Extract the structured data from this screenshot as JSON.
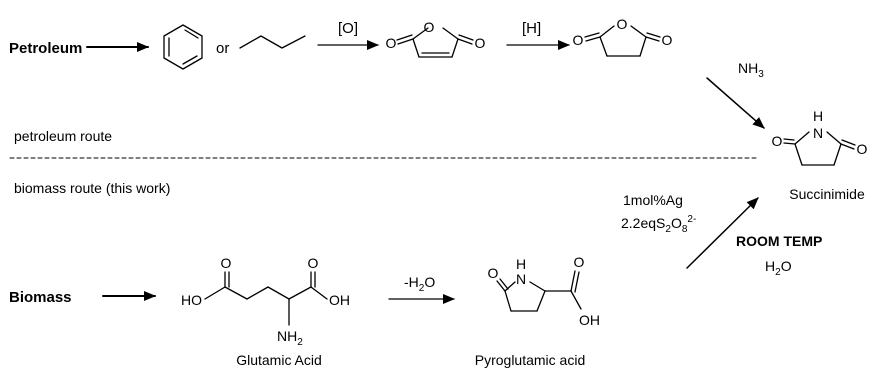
{
  "labels": {
    "petroleum": "Petroleum",
    "or": "or",
    "oxidation": "[O]",
    "reduction": "[H]",
    "ammonia": "NH",
    "ammonia_sub": "3",
    "petroleum_route": "petroleum route",
    "biomass_route": "biomass route (this work)",
    "biomass": "Biomass",
    "dehydration_prefix": "-H",
    "dehydration_sub": "2",
    "dehydration_suffix": "O",
    "catalyst": "1mol%Ag",
    "oxidant_prefix": "2.2eqS",
    "oxidant_sub1": "2",
    "oxidant_mid": "O",
    "oxidant_sub2": "8",
    "oxidant_sup": "2-",
    "room_temp": "ROOM TEMP",
    "solvent_prefix": "H",
    "solvent_sub": "2",
    "solvent_suffix": "O"
  },
  "compounds": {
    "succinimide": "Succinimide",
    "glutamic_acid": "Glutamic Acid",
    "pyroglutamic_acid": "Pyroglutamic acid"
  },
  "atoms": {
    "oxygen": "O",
    "nitrogen_h": "H",
    "nitrogen": "N",
    "hydroxyl_h": "H",
    "amine_sub": "2"
  }
}
